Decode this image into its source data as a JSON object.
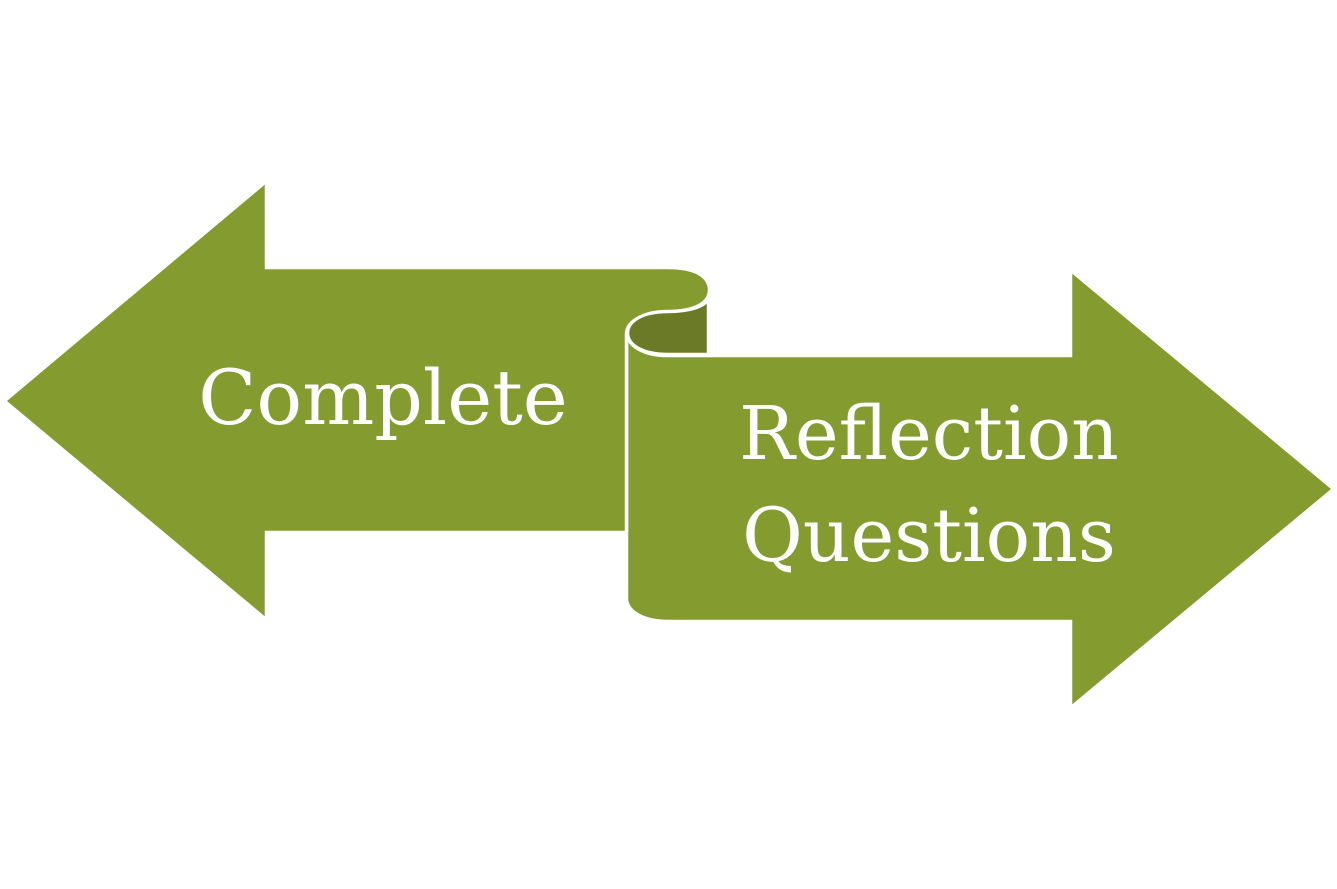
{
  "diagram": {
    "left_arrow": {
      "label": "Complete"
    },
    "right_arrow": {
      "label_line1": "Reflection",
      "label_line2": "Questions"
    }
  },
  "colors": {
    "arrow_fill": "#849b2f",
    "fold_shadow": "#6a7a27",
    "outline": "#ffffff",
    "background": "#ffffff"
  }
}
